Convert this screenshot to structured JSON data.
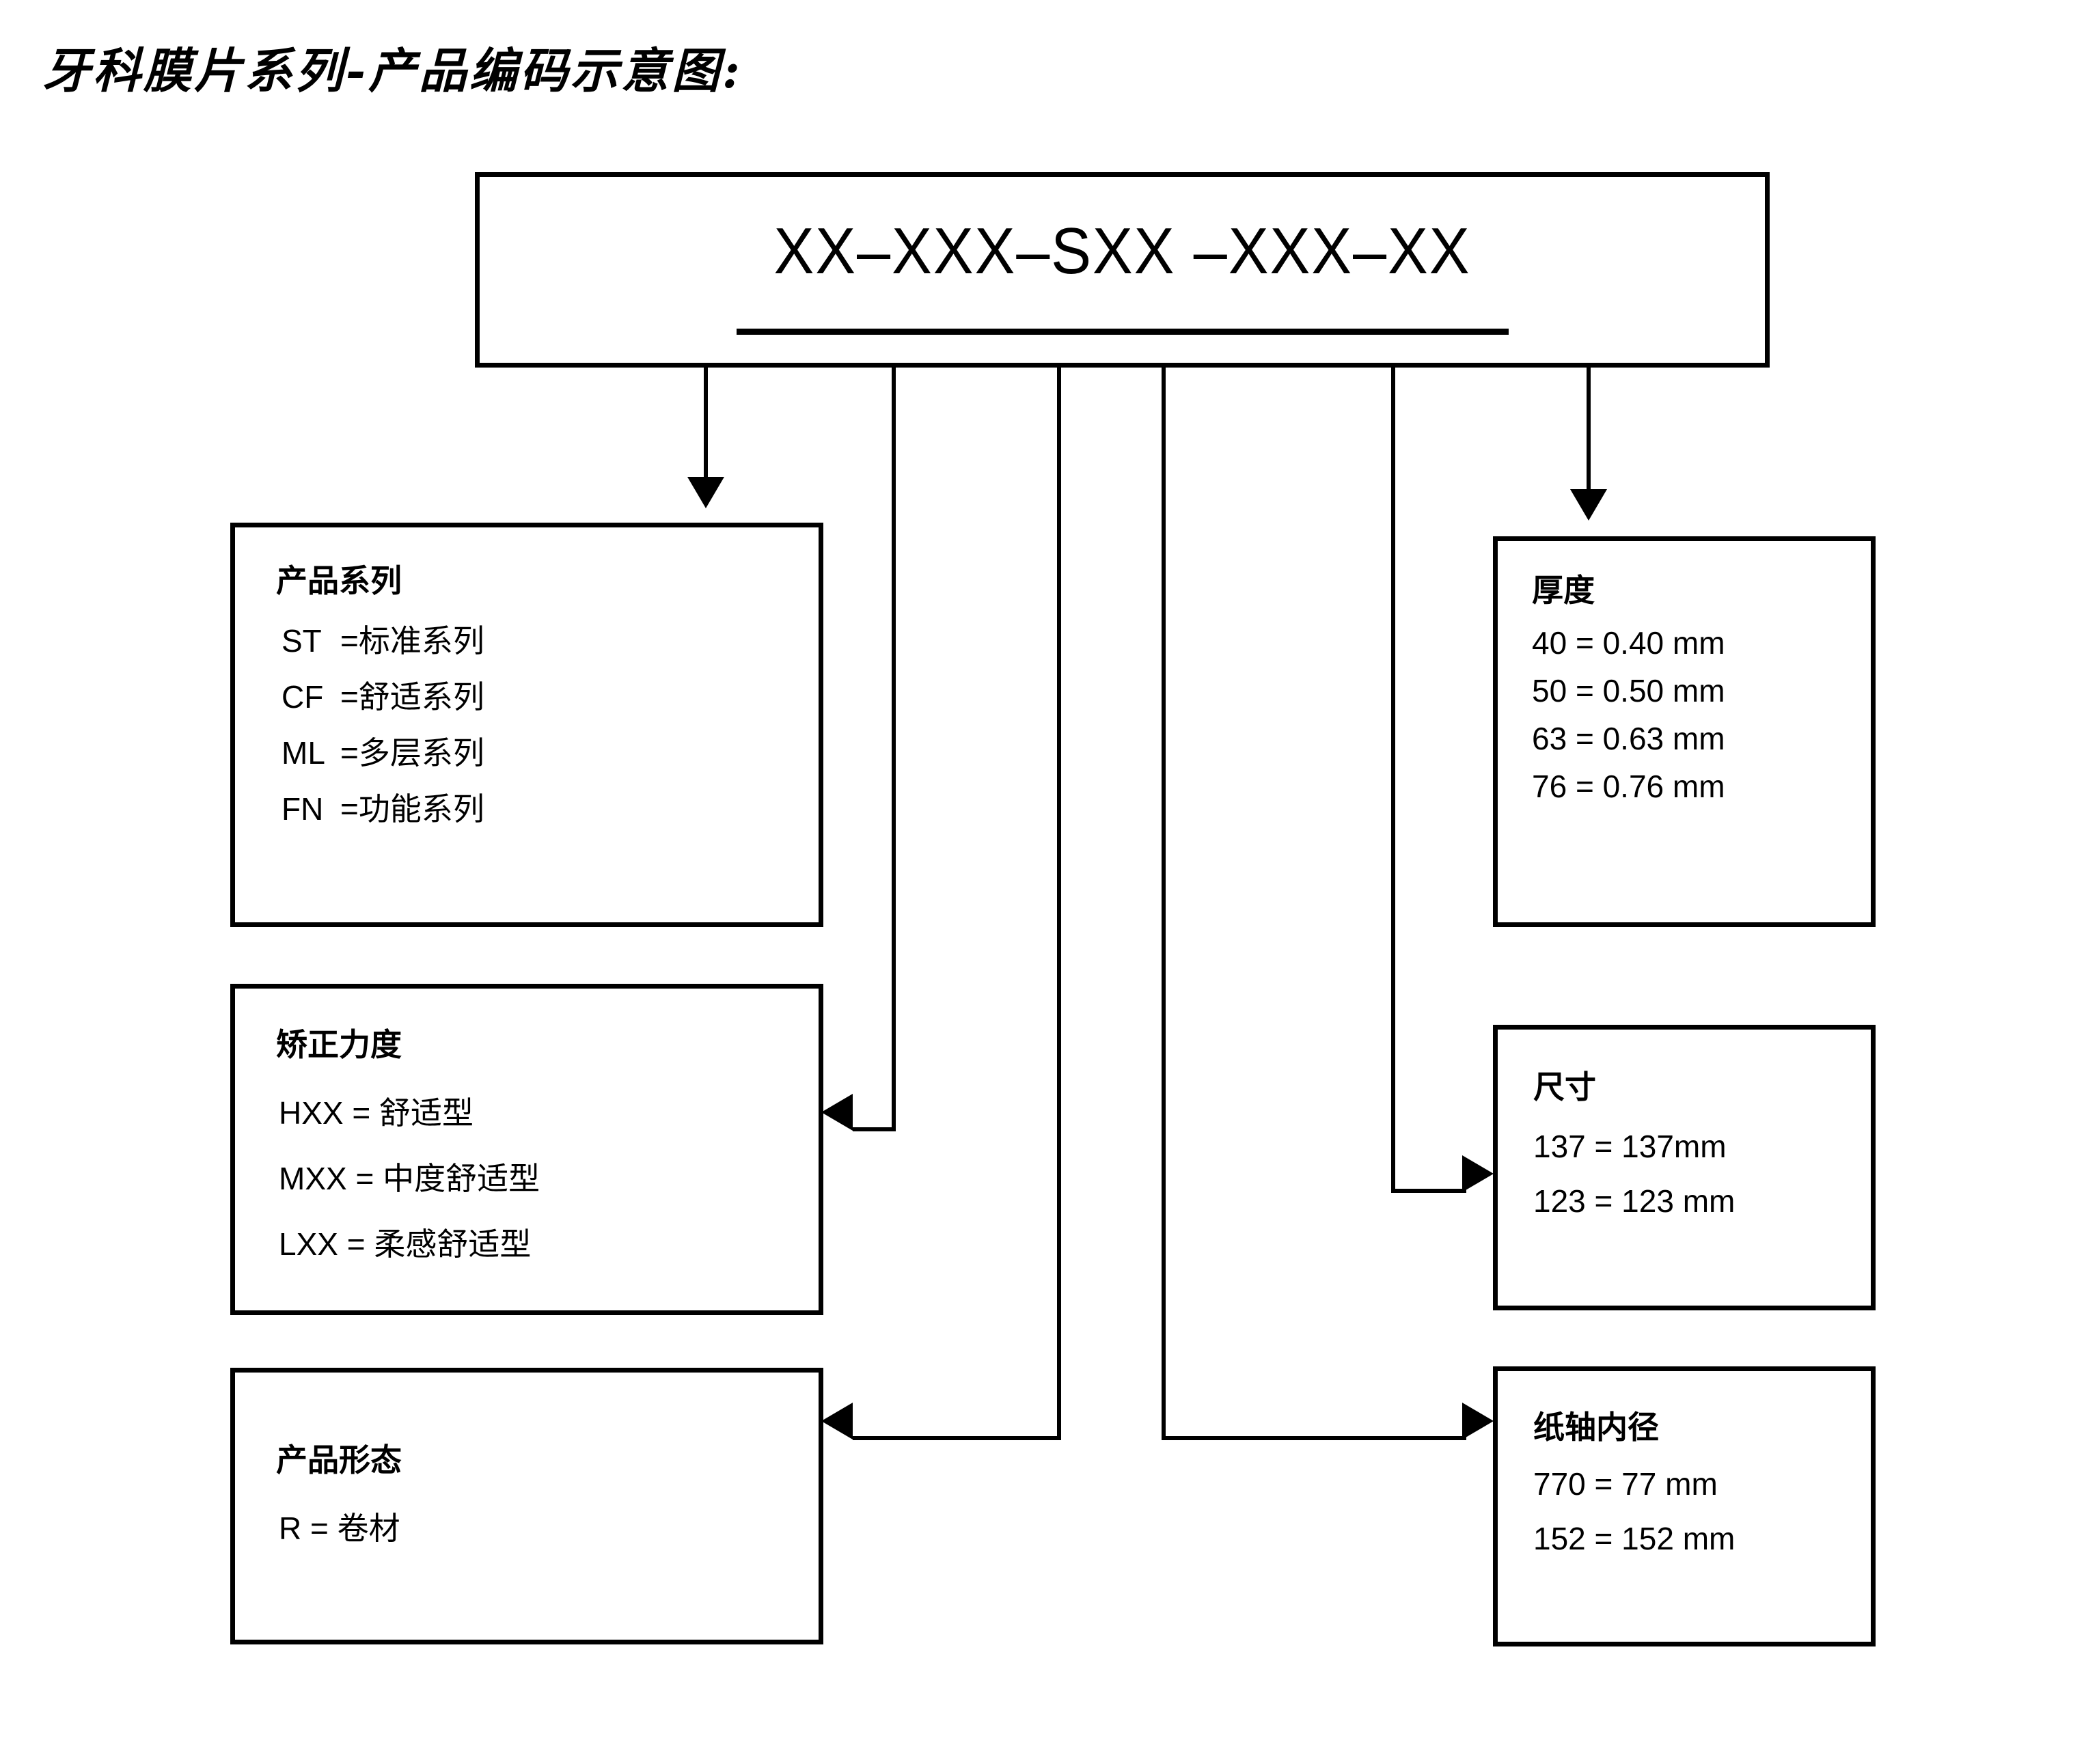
{
  "title": "牙科膜片系列-产品编码示意图:",
  "code": {
    "pattern": "XX–XXX–SXX –XXX–XX"
  },
  "boxes": {
    "series": {
      "heading": "产品系列",
      "lines": [
        {
          "code": "ST",
          "sep": "=",
          "label": "标准系列"
        },
        {
          "code": "CF",
          "sep": "=",
          "label": "舒适系列"
        },
        {
          "code": "ML",
          "sep": "=",
          "label": "多层系列"
        },
        {
          "code": "FN",
          "sep": "=",
          "label": "功能系列"
        }
      ]
    },
    "force": {
      "heading": "矫正力度",
      "lines": [
        {
          "text": "HXX = 舒适型"
        },
        {
          "text": "MXX = 中度舒适型"
        },
        {
          "text": "LXX = 柔感舒适型"
        }
      ]
    },
    "form": {
      "heading": "产品形态",
      "lines": [
        {
          "text": "R = 卷材"
        }
      ]
    },
    "thickness": {
      "heading": "厚度",
      "lines": [
        {
          "text": "40 = 0.40 mm"
        },
        {
          "text": "50 = 0.50 mm"
        },
        {
          "text": "63 = 0.63 mm"
        },
        {
          "text": "76 = 0.76 mm"
        }
      ]
    },
    "size": {
      "heading": "尺寸",
      "lines": [
        {
          "text": "137 = 137mm"
        },
        {
          "text": "123 = 123 mm"
        }
      ]
    },
    "core": {
      "heading": "纸轴内径",
      "lines": [
        {
          "text": "770 = 77 mm"
        },
        {
          "text": "152 = 152 mm"
        }
      ]
    }
  },
  "colors": {
    "stroke": "#000000",
    "background": "#ffffff"
  }
}
